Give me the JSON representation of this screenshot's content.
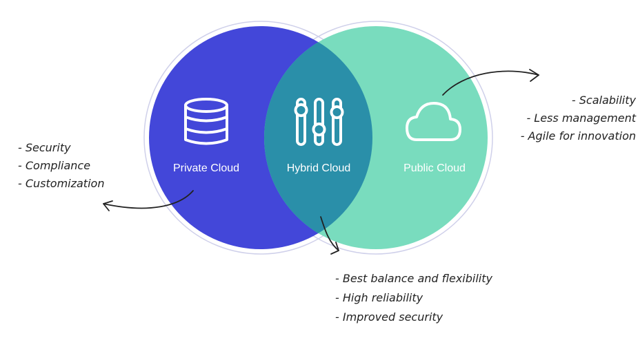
{
  "colors": {
    "private": "#4347d9",
    "public": "#79dcbe",
    "overlap": "#2a8fa9",
    "outline": "#c9c9e6"
  },
  "circles": {
    "private": {
      "label": "Private Cloud",
      "icon": "database-icon"
    },
    "hybrid": {
      "label": "Hybrid Cloud",
      "icon": "sliders-icon"
    },
    "public": {
      "label": "Public Cloud",
      "icon": "cloud-icon"
    }
  },
  "notes": {
    "private": [
      "- Security",
      "- Compliance",
      "- Customization"
    ],
    "public": [
      "- Scalability",
      "- Less management",
      "- Agile for innovation"
    ],
    "hybrid": [
      "- Best balance and flexibility",
      "- High reliability",
      "- Improved security"
    ]
  }
}
